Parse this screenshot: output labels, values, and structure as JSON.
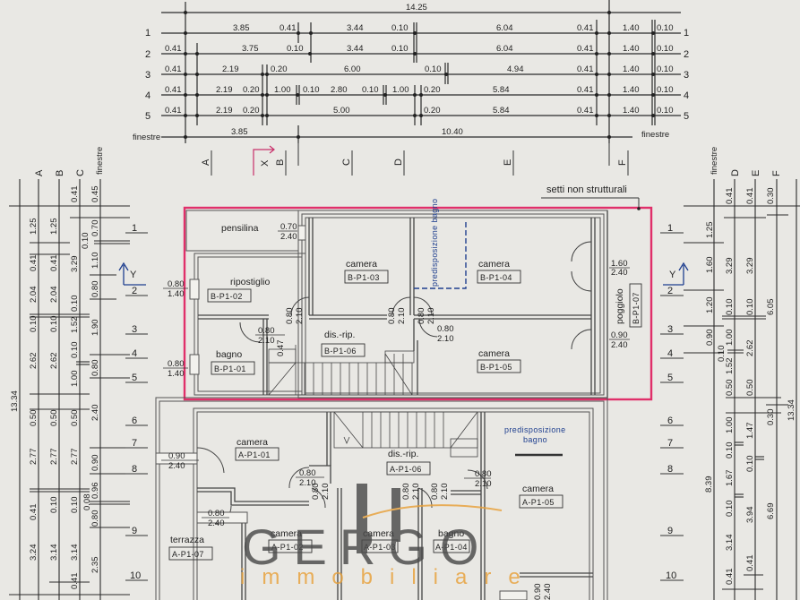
{
  "drawing": {
    "type": "floor-plan",
    "background": "#e9e8e4",
    "highlight_color": "#e0306a",
    "blue_annotation_color": "#1f3f8f",
    "top_dimensions": {
      "overall": "14.25",
      "rows": [
        {
          "label": "1",
          "values": [
            "3.85",
            "0.41",
            "3.44",
            "0.10",
            "6.04",
            "0.41",
            "1.40",
            "0.10"
          ]
        },
        {
          "label": "2",
          "values": [
            "0.41",
            "3.75",
            "0.10",
            "3.44",
            "0.10",
            "6.04",
            "0.41",
            "1.40",
            "0.10"
          ]
        },
        {
          "label": "3",
          "values": [
            "0.41",
            "2.19",
            "0.20",
            "6.00",
            "0.10",
            "4.94",
            "0.41",
            "1.40",
            "0.10"
          ]
        },
        {
          "label": "4",
          "values": [
            "0.41",
            "2.19",
            "0.20",
            "1.00",
            "0.10",
            "2.80",
            "0.10",
            "1.00",
            "0.20",
            "5.84",
            "0.41",
            "1.40",
            "0.10"
          ]
        },
        {
          "label": "5",
          "values": [
            "0.41",
            "2.19",
            "0.20",
            "5.00",
            "0.20",
            "5.84",
            "0.41",
            "1.40",
            "0.10"
          ]
        }
      ],
      "finestre_label": "finestre",
      "finestre_values": [
        "3.85",
        "10.40"
      ]
    },
    "column_markers": [
      "A",
      "B",
      "C",
      "D",
      "E",
      "F"
    ],
    "axis_x_label": "X",
    "axis_y_label": "Y",
    "left_dimensions": {
      "header": [
        "A",
        "B",
        "C",
        "finestre"
      ],
      "overall": "13.34",
      "col_A": [
        "1.25",
        "0.41",
        "2.04",
        "0.10",
        "2.62",
        "0.50",
        "2.77",
        "0.41",
        "3.24"
      ],
      "col_B": [
        "1.25",
        "0.41",
        "2.04",
        "0.10",
        "2.62",
        "0.50",
        "2.77",
        "0.10",
        "3.14"
      ],
      "col_C": [
        "0.41",
        "3.29",
        "0.10",
        "1.52",
        "0.10",
        "1.00",
        "0.50",
        "2.77",
        "0.10",
        "3.14",
        "0.41"
      ],
      "col_finestre": [
        "0.45",
        "0.70",
        "0.10",
        "1.10",
        "0.80",
        "1.90",
        "0.80",
        "2.40",
        "0.90",
        "0.96",
        "0.08",
        "0.80",
        "2.35"
      ]
    },
    "right_dimensions": {
      "header": [
        "finestre",
        "D",
        "E",
        "F"
      ],
      "overall": "13.34",
      "col_D": [
        "0.41",
        "3.29",
        "0.10",
        "1.00",
        "0.10",
        "1.52",
        "0.50",
        "1.00",
        "0.10",
        "1.67",
        "0.10",
        "3.14",
        "0.41"
      ],
      "col_E": [
        "0.41",
        "3.29",
        "0.10",
        "2.62",
        "0.50",
        "1.47",
        "0.10",
        "3.94",
        "0.41"
      ],
      "col_F": [
        "0.30",
        "6.05",
        "0.30",
        "6.69"
      ],
      "col_finestre": [
        "1.25",
        "1.60",
        "1.20",
        "0.90",
        "8.39"
      ]
    },
    "row_markers": [
      "1",
      "2",
      "3",
      "4",
      "5",
      "6",
      "7",
      "8",
      "9",
      "10"
    ],
    "annotation_setti": "setti non strutturali",
    "unit_B_rooms": [
      {
        "name": "pensilina",
        "code": ""
      },
      {
        "name": "ripostiglio",
        "code": "B-P1-02"
      },
      {
        "name": "camera",
        "code": "B-P1-03"
      },
      {
        "name": "camera",
        "code": "B-P1-04"
      },
      {
        "name": "bagno",
        "code": "B-P1-01"
      },
      {
        "name": "dis.-rip.",
        "code": "B-P1-06"
      },
      {
        "name": "camera",
        "code": "B-P1-05"
      },
      {
        "name": "poggiolo",
        "code": "B-P1-07"
      }
    ],
    "unit_B_predisposizione": "predisposizione bagno",
    "unit_A_rooms": [
      {
        "name": "camera",
        "code": "A-P1-01"
      },
      {
        "name": "dis.-rip.",
        "code": "A-P1-06"
      },
      {
        "name": "camera",
        "code": "A-P1-05"
      },
      {
        "name": "terrazza",
        "code": "A-P1-07"
      },
      {
        "name": "camera",
        "code": "A-P1-02"
      },
      {
        "name": "camera",
        "code": "A-P1-03"
      },
      {
        "name": "bagno",
        "code": "A-P1-04"
      }
    ],
    "unit_A_predisposizione_line1": "predisposizione",
    "unit_A_predisposizione_line2": "bagno",
    "openings": {
      "pensilina": [
        "0.70",
        "2.40"
      ],
      "ripostiglio_window": [
        "0.80",
        "1.40"
      ],
      "bagno_window": [
        "0.80",
        "1.40"
      ],
      "door_080_210": [
        "0.80",
        "2.10"
      ],
      "stair_height": "0.47",
      "camera_B04_window": [
        "1.60",
        "2.40"
      ],
      "camera_B05_window": [
        "0.90",
        "2.40"
      ],
      "camera_A01_window": [
        "0.90",
        "2.40"
      ],
      "terrazza_door": [
        "0.80",
        "2.40"
      ],
      "bottom_window": [
        "0.90",
        "2.40"
      ]
    },
    "watermark": {
      "brand": "GERGO",
      "sub": "immobiliare",
      "brand_color": "#4a4a4a",
      "sub_color": "#e8a13a"
    }
  }
}
